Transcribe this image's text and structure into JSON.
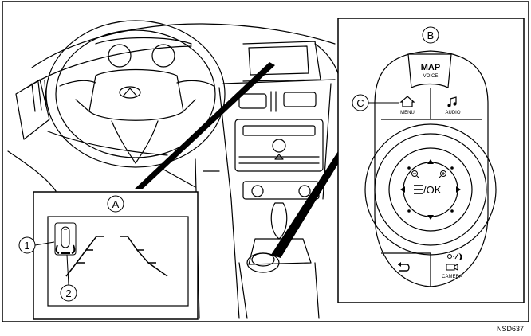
{
  "figure_code": "NSD637",
  "callouts": {
    "a": "A",
    "b": "B",
    "c": "C",
    "one": "1",
    "two": "2"
  },
  "controller": {
    "map_label": "MAP",
    "voice_label": "VOICE",
    "menu_label": "MENU",
    "audio_label": "AUDIO",
    "ok_label": "/OK",
    "camera_label": "CAMERA"
  },
  "icons": {
    "menu": "home-icon",
    "audio": "music-note-icon",
    "back": "back-arrow-icon",
    "camera": "camera-icon",
    "brightness": "sun-moon-icon",
    "list": "list-icon",
    "zoom_out": "zoom-out-icon",
    "zoom_in": "zoom-in-icon",
    "car_top": "car-top-view-icon"
  },
  "colors": {
    "line": "#000000",
    "frame": "#ffffff",
    "background": "#ffffff"
  }
}
